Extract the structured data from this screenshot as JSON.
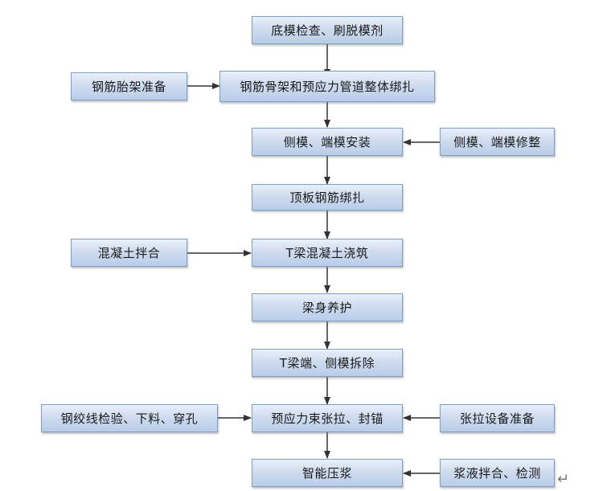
{
  "steps": [
    "底模检查、刷脱模剂",
    "钢筋骨架和预应力管道整体绑扎",
    "侧模、端模安装",
    "顶板钢筋绑扎",
    "T梁混凝土浇筑",
    "梁身养护",
    "T梁端、侧模拆除",
    "预应力束张拉、封锚",
    "智能压浆"
  ],
  "inputs": [
    "钢筋胎架准备",
    "侧模、端模修整",
    "混凝土拌合",
    "钢绞线检验、下料、穿孔",
    "张拉设备准备",
    "浆液拌合、检测"
  ],
  "colors": {
    "box_top": "#e9f0fa",
    "box_bottom": "#b9cde9",
    "box_border": "#7f9ec4",
    "arrow": "#333333"
  }
}
